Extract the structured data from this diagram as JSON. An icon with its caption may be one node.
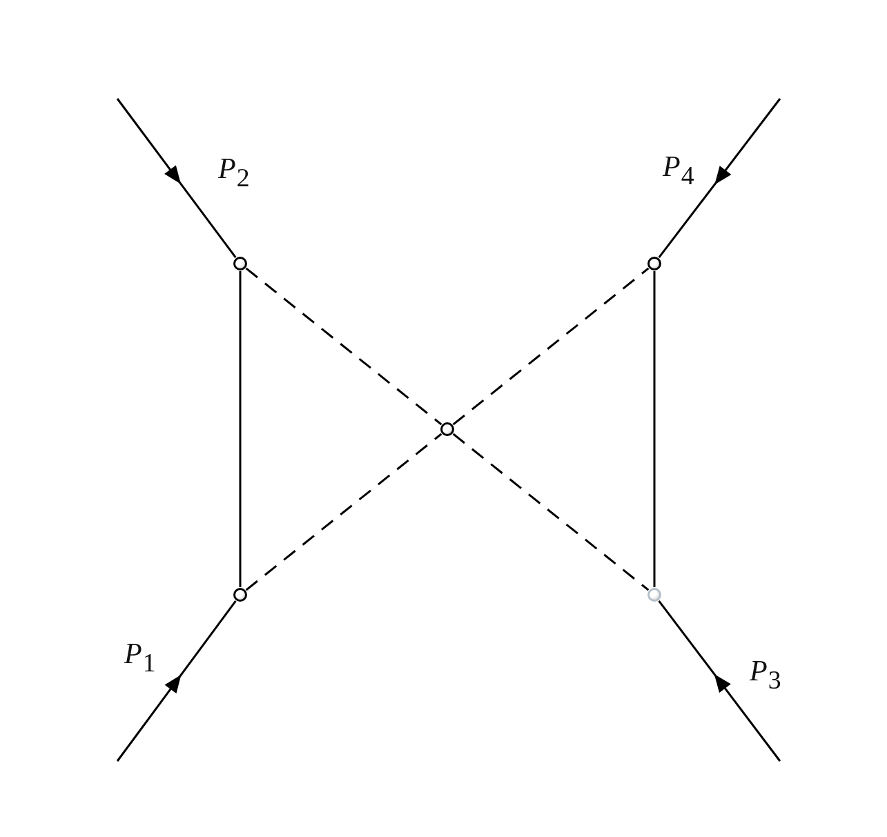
{
  "diagram": {
    "nodes": [
      {
        "text": [],
        "shape": "circle"
      },
      {
        "text": [],
        "shape": "circle"
      },
      {
        "text": [],
        "shape": "circle"
      },
      {
        "text": [],
        "shape": "circle"
      },
      {
        "text": [],
        "shape": "circle"
      }
    ],
    "edges": [
      {
        "from": null,
        "to": 0,
        "arrow": "to",
        "label": "*P*$_{2}$"
      },
      {
        "from": null,
        "to": 1,
        "arrow": "to",
        "label": "*P*$_{4}$"
      },
      {
        "from": null,
        "to": 3,
        "arrow": "to",
        "label": "*P*$_{1}$"
      },
      {
        "from": null,
        "to": 4,
        "arrow": "to",
        "label": "*P*$_{3}$"
      },
      {
        "from": 0,
        "to": 3,
        "arrow": "none"
      },
      {
        "from": 1,
        "to": 4,
        "arrow": "none"
      },
      {
        "from": 0,
        "to": 2,
        "arrow": "none",
        "style": "dashed"
      },
      {
        "from": 2,
        "to": 4,
        "arrow": "none",
        "style": "dashed"
      },
      {
        "from": 3,
        "to": 2,
        "arrow": "none",
        "style": "dashed"
      },
      {
        "from": 2,
        "to": 1,
        "arrow": "none",
        "style": "dashed"
      }
    ]
  }
}
